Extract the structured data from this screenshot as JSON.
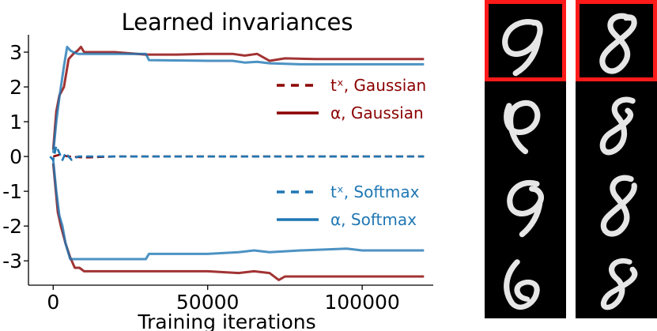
{
  "chart_data": {
    "type": "line",
    "title": "Learned invariances",
    "xlabel": "Training iterations",
    "ylabel": "",
    "xlim": [
      -8000,
      123000
    ],
    "ylim": [
      -3.7,
      3.5
    ],
    "xticks": [
      0,
      50000,
      100000
    ],
    "xtick_labels": [
      "0",
      "50000",
      "100000"
    ],
    "yticks": [
      3,
      2,
      1,
      0,
      -1,
      -2,
      -3
    ],
    "ytick_labels": [
      "3",
      "2",
      "1",
      "0",
      "-1",
      "-2",
      "-3"
    ],
    "grid": false,
    "legend": [
      "top-right",
      "middle-right"
    ],
    "series": [
      {
        "name": "tˣ, Gaussian",
        "color": "#8b0000",
        "style": "dashed",
        "x": [
          0,
          2000,
          5000,
          10000,
          20000,
          60000,
          120000
        ],
        "y": [
          0.0,
          0.05,
          0.0,
          -0.03,
          0.0,
          0.0,
          0.0
        ]
      },
      {
        "name": "α, Gaussian",
        "color": "#8b0000",
        "style": "solid",
        "x": [
          0,
          1000,
          2000,
          3500,
          5000,
          6500,
          8000,
          9000,
          10000,
          15000,
          20000,
          30000,
          40000,
          50000,
          58000,
          62000,
          66000,
          70000,
          75000,
          85000,
          100000,
          120000
        ],
        "y": [
          0.2,
          1.3,
          1.75,
          2.0,
          2.8,
          2.95,
          3.05,
          3.15,
          3.0,
          3.0,
          3.0,
          2.93,
          2.93,
          2.95,
          2.95,
          2.9,
          2.95,
          2.75,
          2.82,
          2.8,
          2.8,
          2.8
        ]
      },
      {
        "name": "α, Gaussian",
        "color": "#8b0000",
        "style": "solid",
        "x": [
          0,
          1500,
          2500,
          4000,
          5500,
          7000,
          8500,
          10000,
          15000,
          20000,
          30000,
          40000,
          50000,
          60000,
          65000,
          70000,
          73000,
          75000,
          85000,
          100000,
          120000
        ],
        "y": [
          -0.2,
          -1.6,
          -2.0,
          -2.5,
          -2.9,
          -3.2,
          -3.2,
          -3.3,
          -3.3,
          -3.3,
          -3.3,
          -3.3,
          -3.3,
          -3.35,
          -3.3,
          -3.35,
          -3.55,
          -3.45,
          -3.45,
          -3.45,
          -3.45
        ]
      },
      {
        "name": "tˣ, Softmax",
        "color": "#1f77b4",
        "style": "dashed",
        "x": [
          -1000,
          0,
          1000,
          2000,
          3000,
          4000,
          6000,
          8000,
          20000,
          60000,
          120000
        ],
        "y": [
          0.0,
          -0.1,
          0.3,
          0.1,
          -0.1,
          0.1,
          -0.1,
          0.0,
          0.0,
          0.0,
          0.0
        ]
      },
      {
        "name": "α, Softmax",
        "color": "#1f77b4",
        "style": "solid",
        "x": [
          0,
          1000,
          2000,
          3500,
          4500,
          5500,
          6500,
          8000,
          10000,
          20000,
          30000,
          31000,
          50000,
          58000,
          62000,
          66000,
          70000,
          80000,
          100000,
          120000
        ],
        "y": [
          0.1,
          1.0,
          1.7,
          2.6,
          3.15,
          3.05,
          3.0,
          2.95,
          2.95,
          2.95,
          2.95,
          2.77,
          2.75,
          2.75,
          2.7,
          2.72,
          2.68,
          2.65,
          2.65,
          2.65
        ]
      },
      {
        "name": "α, Softmax",
        "color": "#1f77b4",
        "style": "solid",
        "x": [
          0,
          1000,
          2000,
          3000,
          4000,
          5500,
          7000,
          9000,
          20000,
          30000,
          31000,
          50000,
          60000,
          65000,
          70000,
          80000,
          95000,
          100000,
          120000
        ],
        "y": [
          -0.1,
          -1.0,
          -1.7,
          -2.0,
          -2.5,
          -2.95,
          -2.95,
          -2.95,
          -2.95,
          -2.95,
          -2.8,
          -2.8,
          -2.75,
          -2.7,
          -2.75,
          -2.7,
          -2.65,
          -2.7,
          -2.7
        ]
      }
    ],
    "legend_entries": [
      {
        "label": "tˣ, Gaussian",
        "color": "#8b0000",
        "style": "dashed"
      },
      {
        "label": "α, Gaussian",
        "color": "#8b0000",
        "style": "solid"
      },
      {
        "label": "tˣ, Softmax",
        "color": "#1f77b4",
        "style": "dashed"
      },
      {
        "label": "α, Softmax",
        "color": "#1f77b4",
        "style": "solid"
      }
    ]
  },
  "sample_images": {
    "columns": [
      {
        "digit": "9",
        "rows": 4,
        "first_highlighted": true
      },
      {
        "digit": "8",
        "rows": 4,
        "first_highlighted": true
      }
    ],
    "highlight_color": "#ff1a1a"
  }
}
